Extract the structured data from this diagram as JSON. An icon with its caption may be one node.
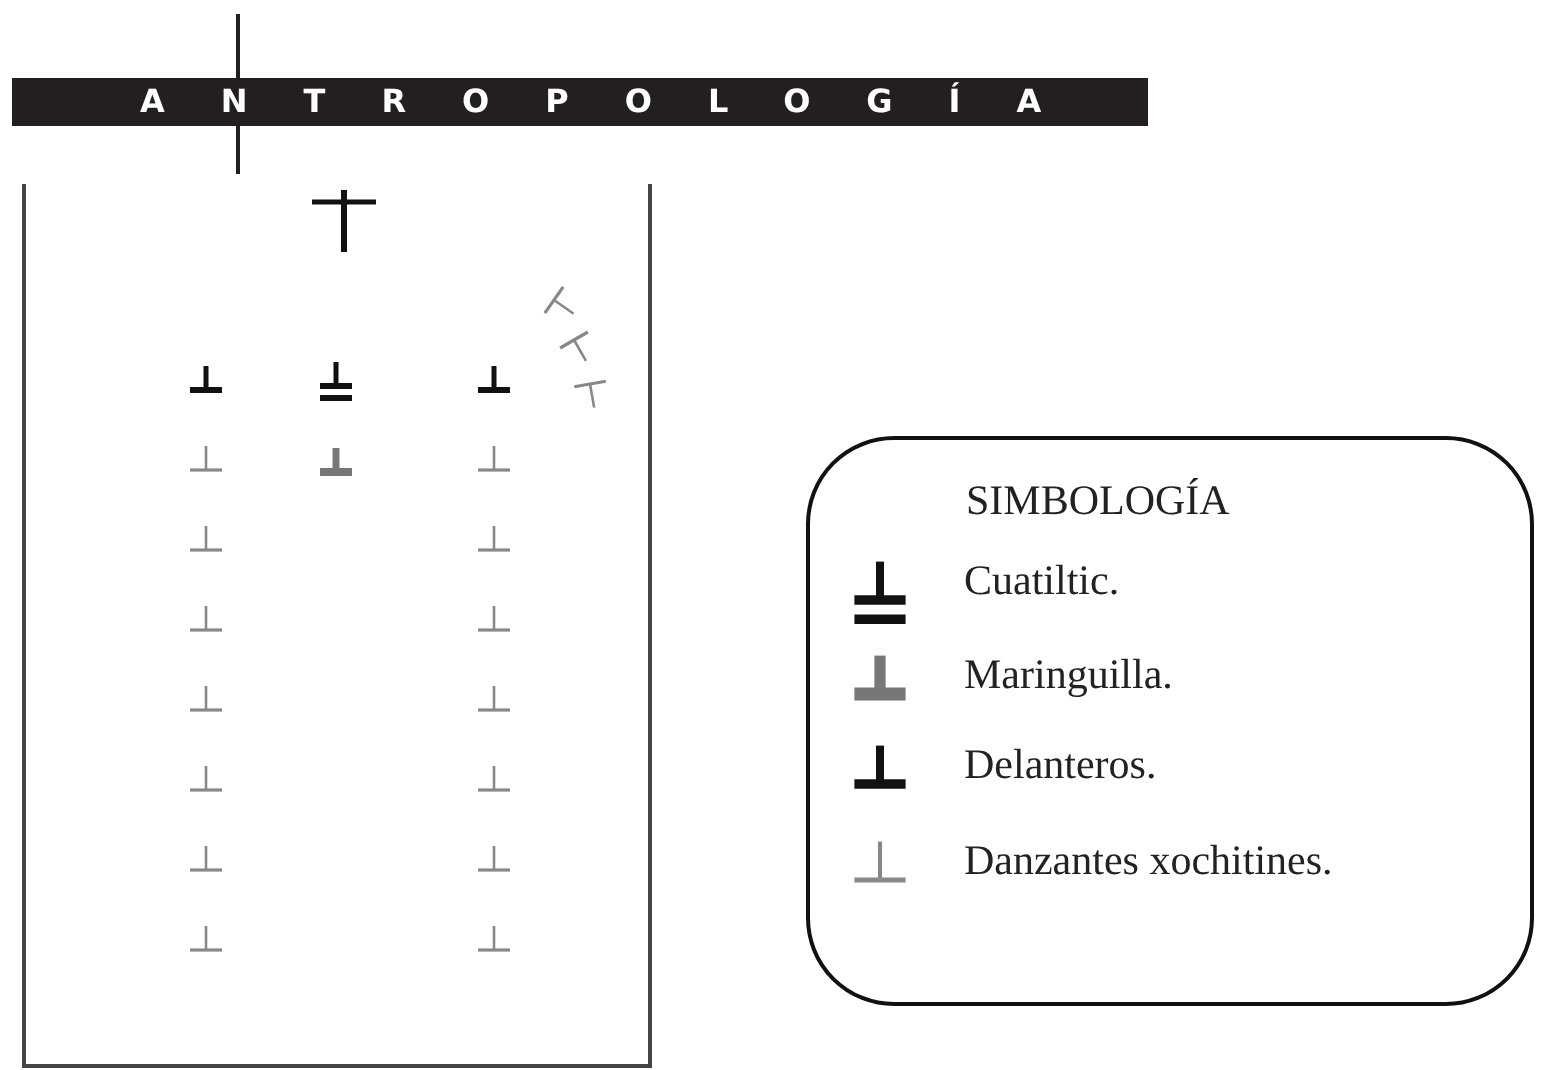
{
  "diagram": {
    "title": "ANTROPOLOGÍA",
    "labels": [
      "SIMBOLOGÍA"
    ],
    "legend": [
      {
        "text": "Cuatiltic."
      },
      {
        "text": "Maringuilla."
      },
      {
        "text": "Delanteros."
      },
      {
        "text": "Danzantes xochitines."
      }
    ]
  }
}
